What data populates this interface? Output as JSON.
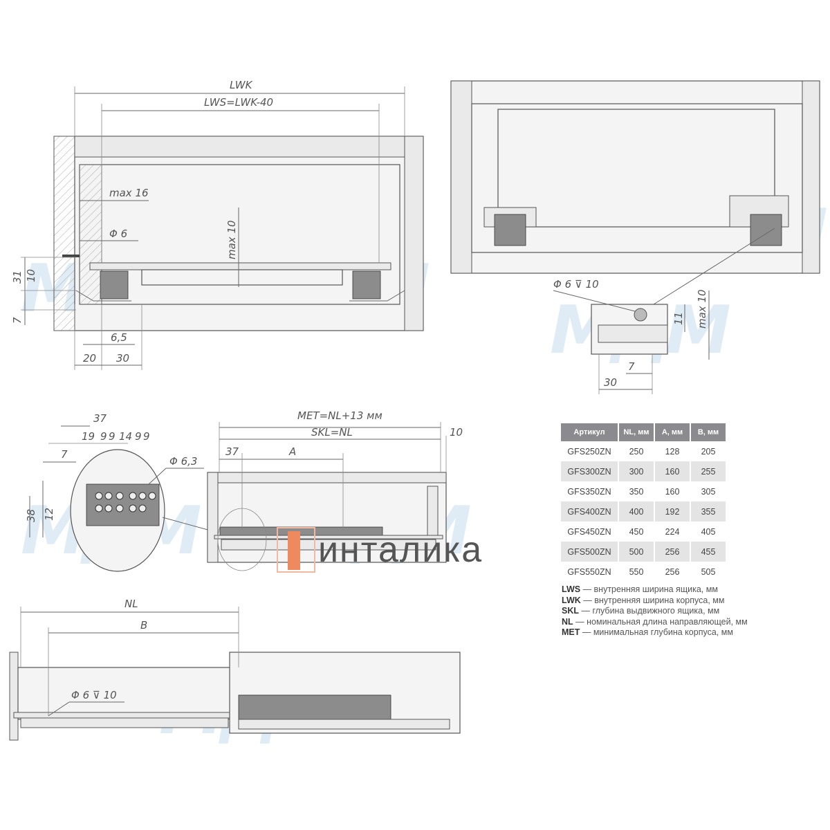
{
  "watermark": "МДМ",
  "logo_text": "инталика",
  "front_view": {
    "lwk": "LWK",
    "lws": "LWS=LWK-40",
    "max16": "max 16",
    "phi6": "Φ 6",
    "max10": "max 10",
    "d31": "31",
    "d10": "10",
    "d7": "7",
    "d6_5": "6,5",
    "d20": "20",
    "d30": "30"
  },
  "detail_view": {
    "hole": "Φ 6 ⊽ 10",
    "d11": "11",
    "max10": "max 10",
    "d7": "7",
    "d30": "30"
  },
  "hole_pattern": {
    "d37": "37",
    "d19": "19",
    "d9a": "9",
    "d9b": "9",
    "d14": "14",
    "d9c": "9",
    "d9d": "9",
    "d7": "7",
    "phi6_3": "Φ 6,3",
    "d38": "38",
    "d12": "12"
  },
  "side_view": {
    "met": "MET=NL+13 мм",
    "skl": "SKL=NL",
    "d10": "10",
    "d37": "37",
    "a": "A"
  },
  "bottom_view": {
    "nl": "NL",
    "b": "B",
    "hole": "Φ 6 ⊽ 10"
  },
  "table": {
    "headers": [
      "Артикул",
      "NL, мм",
      "A, мм",
      "B, мм"
    ],
    "rows": [
      [
        "GFS250ZN",
        "250",
        "128",
        "205"
      ],
      [
        "GFS300ZN",
        "300",
        "160",
        "255"
      ],
      [
        "GFS350ZN",
        "350",
        "160",
        "305"
      ],
      [
        "GFS400ZN",
        "400",
        "192",
        "355"
      ],
      [
        "GFS450ZN",
        "450",
        "224",
        "405"
      ],
      [
        "GFS500ZN",
        "500",
        "256",
        "455"
      ],
      [
        "GFS550ZN",
        "550",
        "256",
        "505"
      ]
    ]
  },
  "legend": [
    {
      "abbr": "LWS",
      "text": " — внутренняя ширина ящика, мм"
    },
    {
      "abbr": "LWK",
      "text": " — внутренняя ширина корпуса, мм"
    },
    {
      "abbr": "SKL",
      "text": " — глубина выдвижного ящика, мм"
    },
    {
      "abbr": "NL",
      "text": " — номинальная длина направляющей, мм"
    },
    {
      "abbr": "MET",
      "text": " — минимальная глубина корпуса, мм"
    }
  ]
}
